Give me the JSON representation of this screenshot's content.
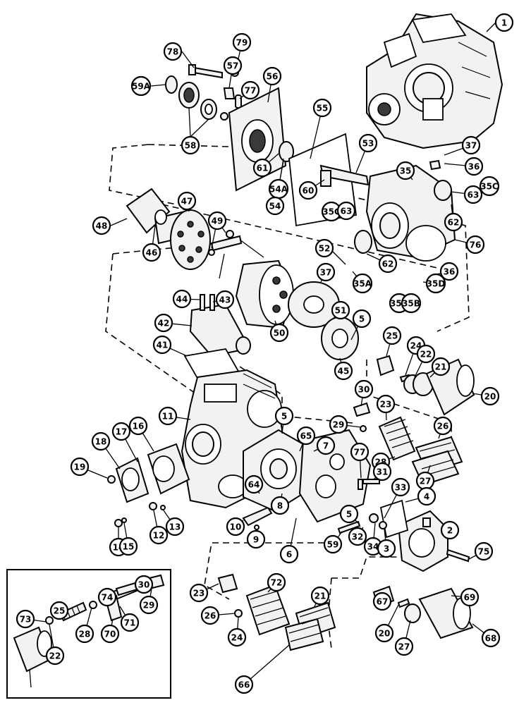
{
  "callouts": [
    "1",
    "78",
    "79",
    "57",
    "56",
    "59A",
    "77",
    "58",
    "55",
    "53",
    "37",
    "36",
    "35",
    "63",
    "35C",
    "48",
    "47",
    "49",
    "61",
    "54A",
    "54",
    "60",
    "35C",
    "63",
    "62",
    "76",
    "46",
    "37",
    "52",
    "62",
    "35A",
    "36",
    "35D",
    "44",
    "43",
    "51",
    "35A",
    "35B",
    "42",
    "50",
    "5",
    "25",
    "24",
    "22",
    "41",
    "45",
    "21",
    "20",
    "30",
    "23",
    "29",
    "26",
    "11",
    "18",
    "17",
    "16",
    "5",
    "65",
    "7",
    "19",
    "28",
    "77",
    "31",
    "64",
    "33",
    "27",
    "8",
    "4",
    "5",
    "14",
    "15",
    "12",
    "13",
    "10",
    "9",
    "6",
    "59",
    "32",
    "34",
    "3",
    "2",
    "75",
    "30",
    "23",
    "72",
    "74",
    "29",
    "26",
    "21",
    "69",
    "25",
    "67",
    "73",
    "71",
    "70",
    "28",
    "24",
    "20",
    "68",
    "22",
    "27",
    "66"
  ]
}
